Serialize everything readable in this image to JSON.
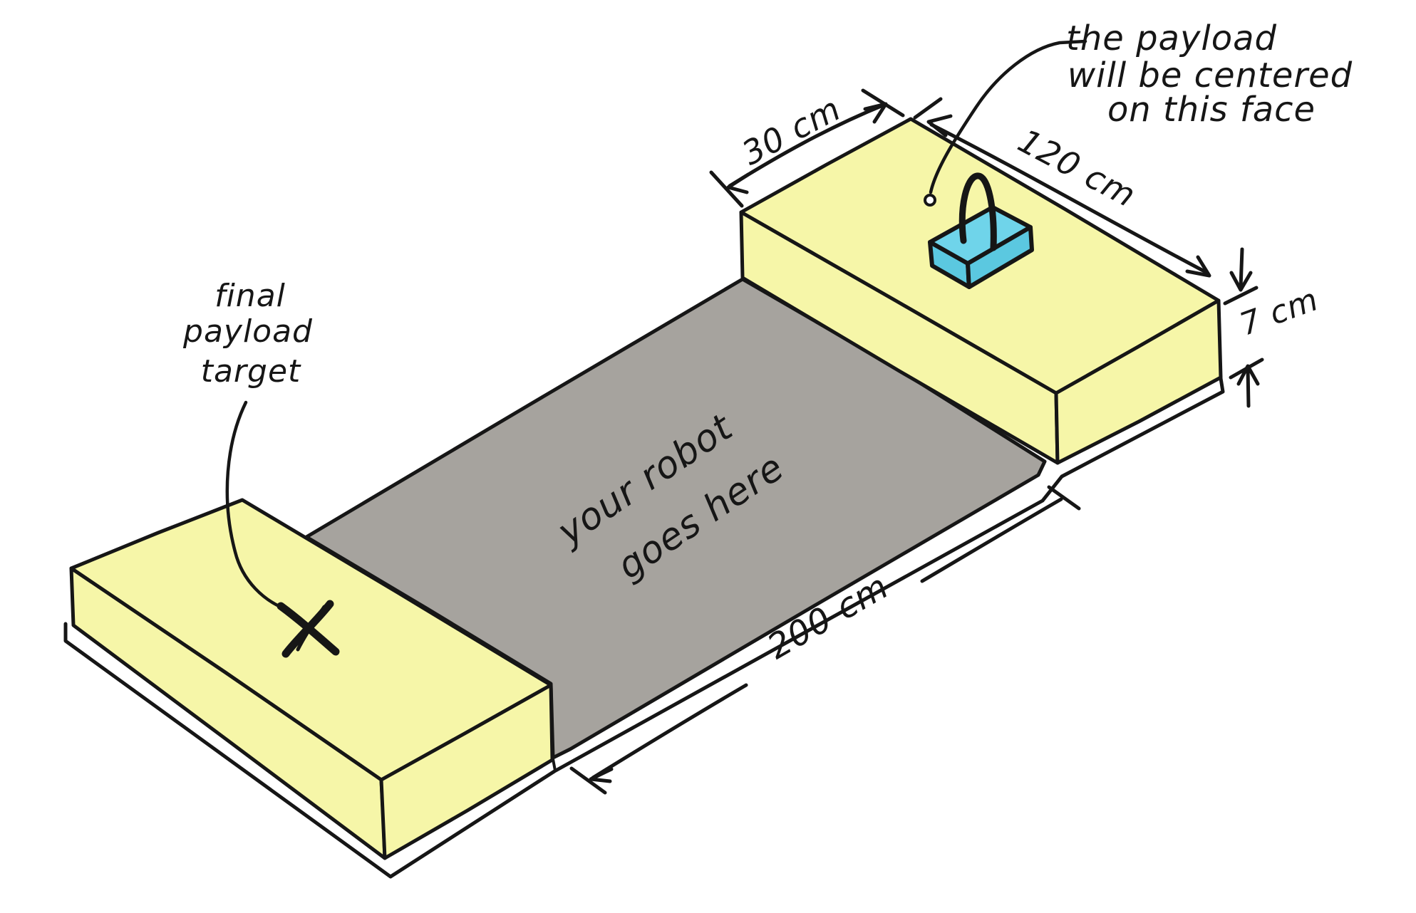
{
  "annotations": {
    "payload_note": {
      "line1": "the payload",
      "line2": "will be centered",
      "line3": "on this face"
    },
    "final_target": {
      "line1": "final",
      "line2": "payload",
      "line3": "target"
    },
    "robot_area": {
      "line1": "your robot",
      "line2": "goes here"
    }
  },
  "dimensions": {
    "end_zone_depth": "30 cm",
    "platform_width": "120 cm",
    "block_height": "7 cm",
    "platform_length": "200 cm"
  },
  "colors": {
    "zone_yellow": "#F6F6A8",
    "surface_gray": "#A6A39E",
    "payload_blue_top": "#6FD4EA",
    "payload_blue_side": "#5BC8E0",
    "ink": "#161616",
    "paper": "#FFFFFF"
  }
}
